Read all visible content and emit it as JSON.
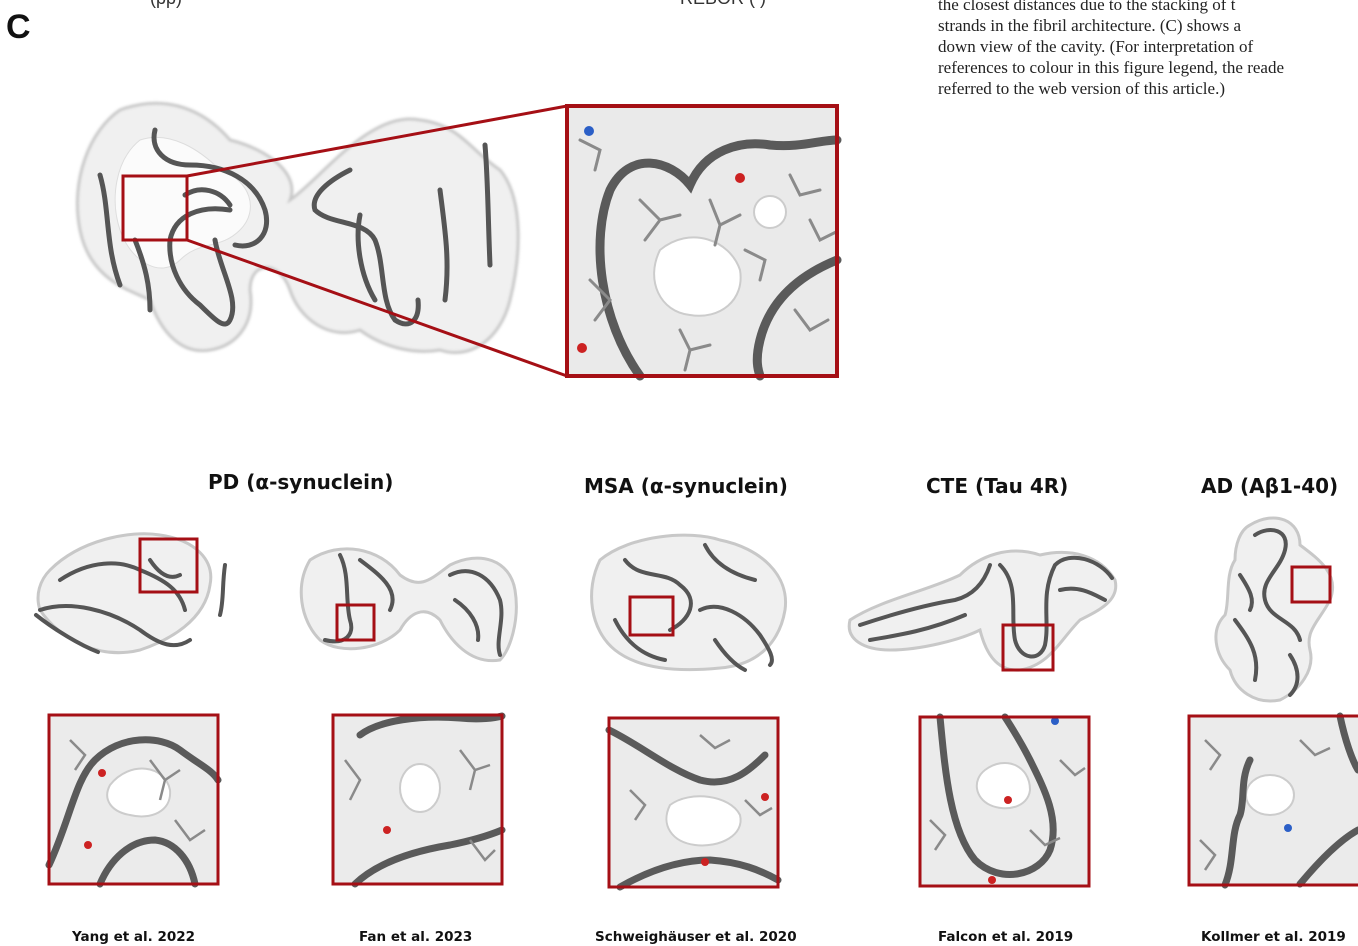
{
  "panel_letter": "C",
  "top_labels": {
    "left": "(pp)",
    "right": "REBOR (    )"
  },
  "caption_lines": [
    "the closest distances due to the stacking of t",
    "strands in the fibril architecture. (C) shows a",
    "down view of the cavity. (For interpretation of",
    "references to colour in this figure legend, the reade",
    "referred to the web version of this article.)"
  ],
  "structures": [
    {
      "title": "PD (α-synuclein)",
      "citation": "Yang et al. 2022"
    },
    {
      "title": "",
      "citation": "Fan et al. 2023"
    },
    {
      "title": "MSA (α-synuclein)",
      "citation": "Schweighäuser et al. 2020"
    },
    {
      "title": "CTE (Tau 4R)",
      "citation": "Falcon et al. 2019"
    },
    {
      "title": "AD (Aβ1-40)",
      "citation": "Kollmer et al. 2019"
    }
  ],
  "colors": {
    "highlight_box": "#a50f15",
    "backbone": "#555555",
    "surface": "#eeeeee"
  }
}
